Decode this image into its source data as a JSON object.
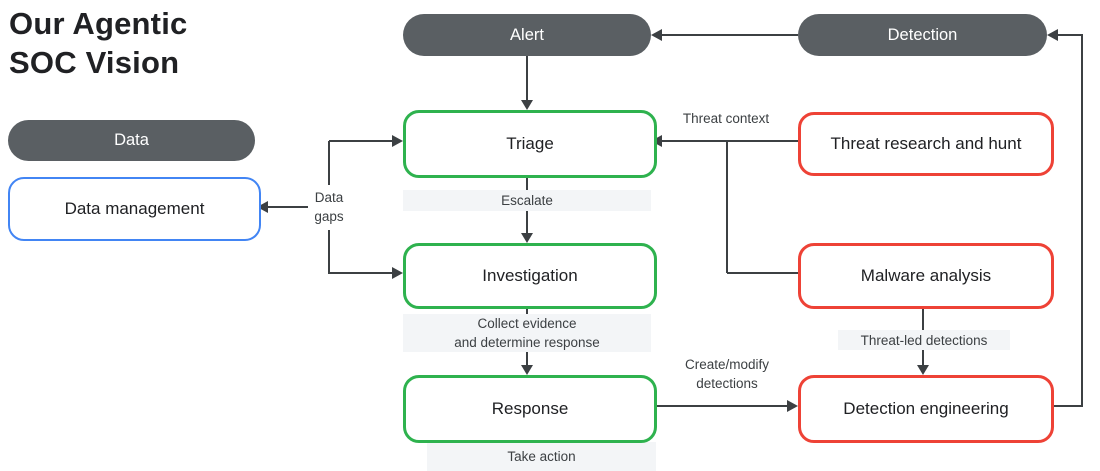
{
  "title": {
    "lines": [
      "Our Agentic",
      "SOC Vision"
    ]
  },
  "nodes": {
    "data": {
      "label": "Data",
      "type": "pill"
    },
    "data_management": {
      "label": "Data management",
      "type": "box",
      "accent": "blue"
    },
    "alert": {
      "label": "Alert",
      "type": "pill"
    },
    "triage": {
      "label": "Triage",
      "type": "box",
      "accent": "green"
    },
    "investigation": {
      "label": "Investigation",
      "type": "box",
      "accent": "green"
    },
    "response": {
      "label": "Response",
      "type": "box",
      "accent": "green"
    },
    "detection": {
      "label": "Detection",
      "type": "pill"
    },
    "threat_research_and_hunt": {
      "label": "Threat research and hunt",
      "type": "box",
      "accent": "red"
    },
    "malware_analysis": {
      "label": "Malware analysis",
      "type": "box",
      "accent": "red"
    },
    "detection_engineering": {
      "label": "Detection engineering",
      "type": "box",
      "accent": "red"
    }
  },
  "edge_labels": {
    "escalate": "Escalate",
    "collect_evidence": [
      "Collect evidence",
      "and determine response"
    ],
    "take_action": "Take action",
    "threat_context": "Threat context",
    "data_gaps": [
      "Data",
      "gaps"
    ],
    "create_modify_detections": [
      "Create/modify",
      "detections"
    ],
    "threat_led_detections": "Threat-led detections"
  },
  "colors": {
    "pill_bg": "#5a5f63",
    "pill_text": "#ffffff",
    "green_accent": "#2eb24e",
    "red_accent": "#ee4236",
    "blue_accent": "#4285f4",
    "line": "#3c4043",
    "band_bg": "#f3f5f7",
    "text_dark": "#202124",
    "label_text": "#3c4043"
  }
}
